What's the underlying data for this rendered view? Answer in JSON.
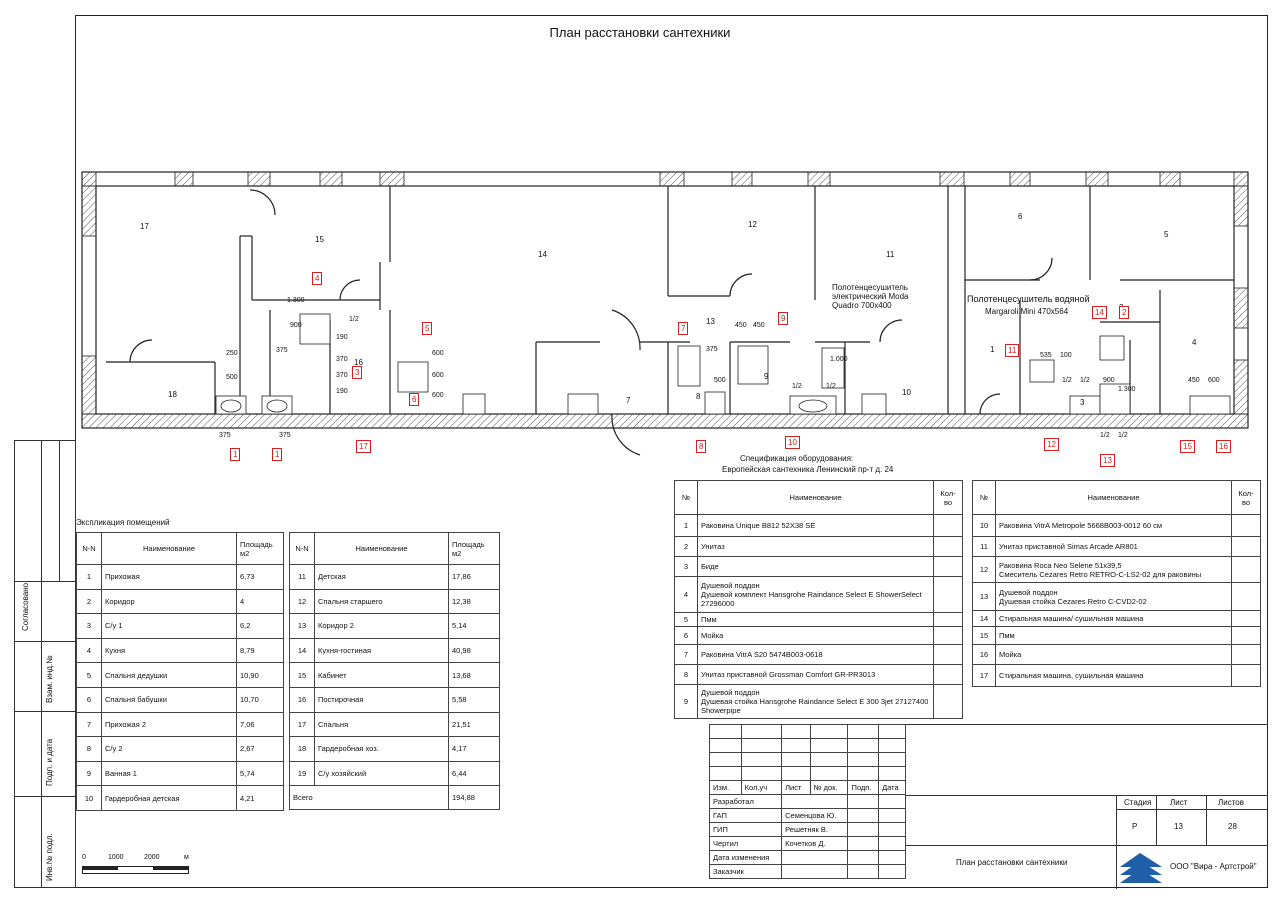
{
  "title": "План расстановки сантехники",
  "rooms": [
    "17",
    "15",
    "14",
    "12",
    "11",
    "6",
    "5",
    "2",
    "4",
    "1",
    "3",
    "13",
    "7",
    "8",
    "9",
    "10",
    "16",
    "18"
  ],
  "notes": {
    "dryer1": "Полотенцесушитель электрический Moda Quadro 700х400",
    "dryer2_a": "Полотенцесушитель водяной",
    "dryer2_b": "Margaroli Mini 470х564"
  },
  "markers": [
    "1",
    "1",
    "2",
    "3",
    "4",
    "5",
    "6",
    "7",
    "8",
    "9",
    "10",
    "11",
    "12",
    "13",
    "14",
    "15",
    "16",
    "17"
  ],
  "dims": [
    "1.300",
    "900",
    "375",
    "250",
    "500",
    "375",
    "375",
    "190",
    "1/2",
    "370",
    "370",
    "190",
    "600",
    "600",
    "600",
    "450",
    "450",
    "375",
    "500",
    "1.000",
    "1/2",
    "1/2",
    "535",
    "100",
    "900",
    "1.300",
    "1/2",
    "1/2",
    "450",
    "600",
    "1/2",
    "1/2"
  ],
  "spec_title": "Спецификация оборудования:",
  "spec_sub": "Европейская сантехника Ленинский пр-т д. 24",
  "spec_headers": [
    "№",
    "Наименование",
    "Кол-во"
  ],
  "spec1": [
    [
      "1",
      "Раковина  Unique B812 52X38 SE"
    ],
    [
      "2",
      "Унитаз"
    ],
    [
      "3",
      "Биде"
    ],
    [
      "4",
      "Душевой поддон\nДушевой комплект Hansgrohe Raindance Select E ShowerSelect 27296000"
    ],
    [
      "5",
      "Пмм"
    ],
    [
      "6",
      "Мойка"
    ],
    [
      "7",
      "Раковина VitrA S20 5474B003-0618"
    ],
    [
      "8",
      "Унитаз приставной Grossman Comfort GR-PR3013"
    ],
    [
      "9",
      "Душевой поддон\nДушевая стойка Hansgrohe Raindance Select E 300 3jet 27127400 Showerpipe"
    ]
  ],
  "spec2": [
    [
      "10",
      "Раковина VitrA Metropole 5668B003-0012 60 см"
    ],
    [
      "11",
      "Унитаз приставной Simas Arcade AR801"
    ],
    [
      "12",
      "Раковина Roca Neo Selene 51х39,5\nСмеситель Cezares Retro RETRO-C-LS2-02 для раковины"
    ],
    [
      "13",
      "Душевой поддон\nДушевая стойка Cezares Retro C-CVD2-02"
    ],
    [
      "14",
      "Стиральная машина/ сушильная машина"
    ],
    [
      "15",
      "Пмм"
    ],
    [
      "16",
      "Мойка"
    ],
    [
      "17",
      "Стиральная машина, сушильная машина"
    ]
  ],
  "expl_title": "Экспликация  помещений",
  "expl_headers": [
    "N-N",
    "Наименование",
    "Площадь м2"
  ],
  "expl1": [
    [
      "1",
      "Прихожая",
      "6,73"
    ],
    [
      "2",
      "Коридор",
      "4"
    ],
    [
      "3",
      "С/у 1",
      "6,2"
    ],
    [
      "4",
      "Кухня",
      "8,79"
    ],
    [
      "5",
      "Спальня дедушки",
      "10,90"
    ],
    [
      "6",
      "Спальня бабушки",
      "10,70"
    ],
    [
      "7",
      "Прихожая 2",
      "7,06"
    ],
    [
      "8",
      "С/у 2",
      "2,67"
    ],
    [
      "9",
      "Ванная 1",
      "5,74"
    ],
    [
      "10",
      "Гардеробная  детская",
      "4,21"
    ]
  ],
  "expl2": [
    [
      "11",
      "Детская",
      "17,86"
    ],
    [
      "12",
      "Спальня старшего",
      "12,38"
    ],
    [
      "13",
      "Коридор 2",
      "5,14"
    ],
    [
      "14",
      "Кухня-гостиная",
      "40,98"
    ],
    [
      "15",
      "Кабинет",
      "13,68"
    ],
    [
      "16",
      "Постирочная",
      "5,58"
    ],
    [
      "17",
      "Спальня",
      "21,51"
    ],
    [
      "18",
      "Гардеробная хоз.",
      "4,17"
    ],
    [
      "19",
      "С/у хозяйский",
      "6,44"
    ]
  ],
  "expl_total_label": "Всего",
  "expl_total": "194,88",
  "scale": [
    "0",
    "1000",
    "2000",
    "м"
  ],
  "side_labels": [
    "Согласовано",
    "Взам. инд.№",
    "Подп. и дата",
    "Инв.№ подл."
  ],
  "stamp": {
    "cols": [
      "Изм.",
      "Кол.уч",
      "Лист",
      "№ док.",
      "Подп.",
      "Дата"
    ],
    "rows": [
      [
        "Разработал",
        ""
      ],
      [
        "ГАП",
        "Семенцова Ю."
      ],
      [
        "ГИП",
        "Решетняк В."
      ],
      [
        "Чертил",
        "Кочетков Д."
      ],
      [
        "Дата изменения",
        ""
      ],
      [
        "Заказчик",
        ""
      ]
    ],
    "stage_h": [
      "Стадия",
      "Лист",
      "Листов"
    ],
    "stage_v": [
      "Р",
      "13",
      "28"
    ],
    "doc_title": "План расстановки сантехники",
    "company": "ООО \"Вира - Артстрой\""
  },
  "colors": {
    "marker": "#d02020",
    "line": "#222222",
    "hatch": "#555555"
  }
}
